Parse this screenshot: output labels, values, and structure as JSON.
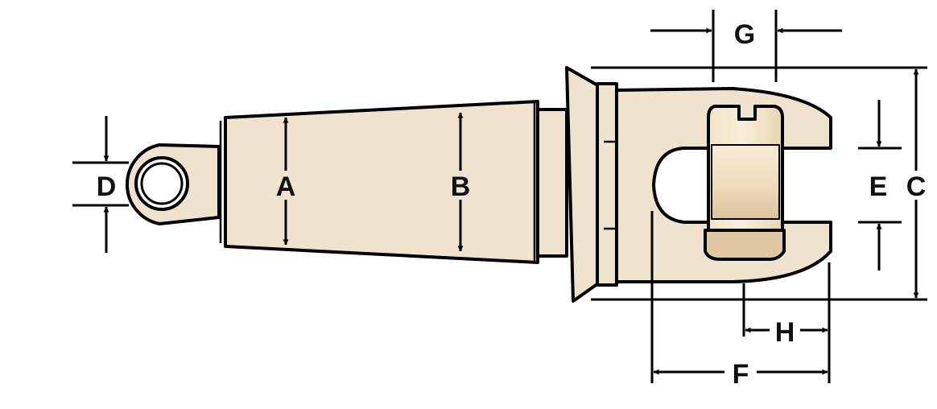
{
  "colors": {
    "body": "#efe3cf",
    "stroke": "#000000",
    "pin_light": "#f8eedb",
    "pin_dark": "#ddc59e",
    "background": "#ffffff"
  },
  "labels": {
    "a": "A",
    "b": "B",
    "c": "C",
    "d": "D",
    "e": "E",
    "f": "F",
    "g": "G",
    "h": "H"
  }
}
